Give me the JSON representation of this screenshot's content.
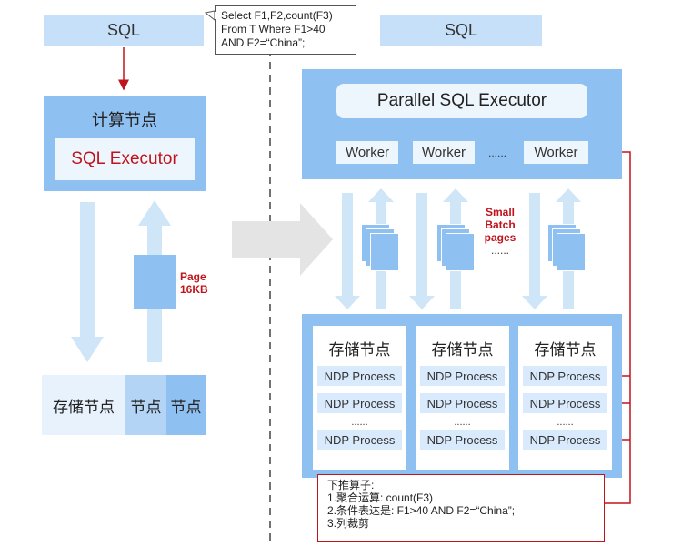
{
  "left": {
    "sql_label": "SQL",
    "compute_title": "计算节点",
    "executor_label": "SQL Executor",
    "page_label_1": "Page",
    "page_label_2": "16KB",
    "storage_tabs": [
      "存储节点",
      "节点",
      "节点"
    ]
  },
  "query_note": {
    "line1": "Select F1,F2,count(F3)",
    "line2": "From T Where F1>40",
    "line3": "AND F2=“China”;"
  },
  "right": {
    "sql_label": "SQL",
    "executor_title": "Parallel SQL Executor",
    "workers": [
      "Worker",
      "Worker",
      "......",
      "Worker"
    ],
    "batch_label": [
      "Small",
      "Batch",
      "pages",
      "......"
    ],
    "storage_nodes": [
      {
        "title": "存储节点",
        "items": [
          "NDP Process",
          "NDP Process",
          "......",
          "NDP Process"
        ]
      },
      {
        "title": "存储节点",
        "items": [
          "NDP Process",
          "NDP Process",
          "......",
          "NDP Process"
        ]
      },
      {
        "title": "存储节点",
        "items": [
          "NDP Process",
          "NDP Process",
          "......",
          "NDP Process"
        ]
      }
    ]
  },
  "pushdown_note": {
    "title": "下推算子:",
    "line1": "1.聚合运算: count(F3)",
    "line2": "2.条件表达是:  F1>40 AND F2=“China”;",
    "line3": "3.列裁剪"
  },
  "colors": {
    "panel_blue": "#8fc0f2",
    "light_blue": "#c5e0f8",
    "arrow_blue": "#cfe5f8",
    "accent_red": "#c0141c"
  }
}
